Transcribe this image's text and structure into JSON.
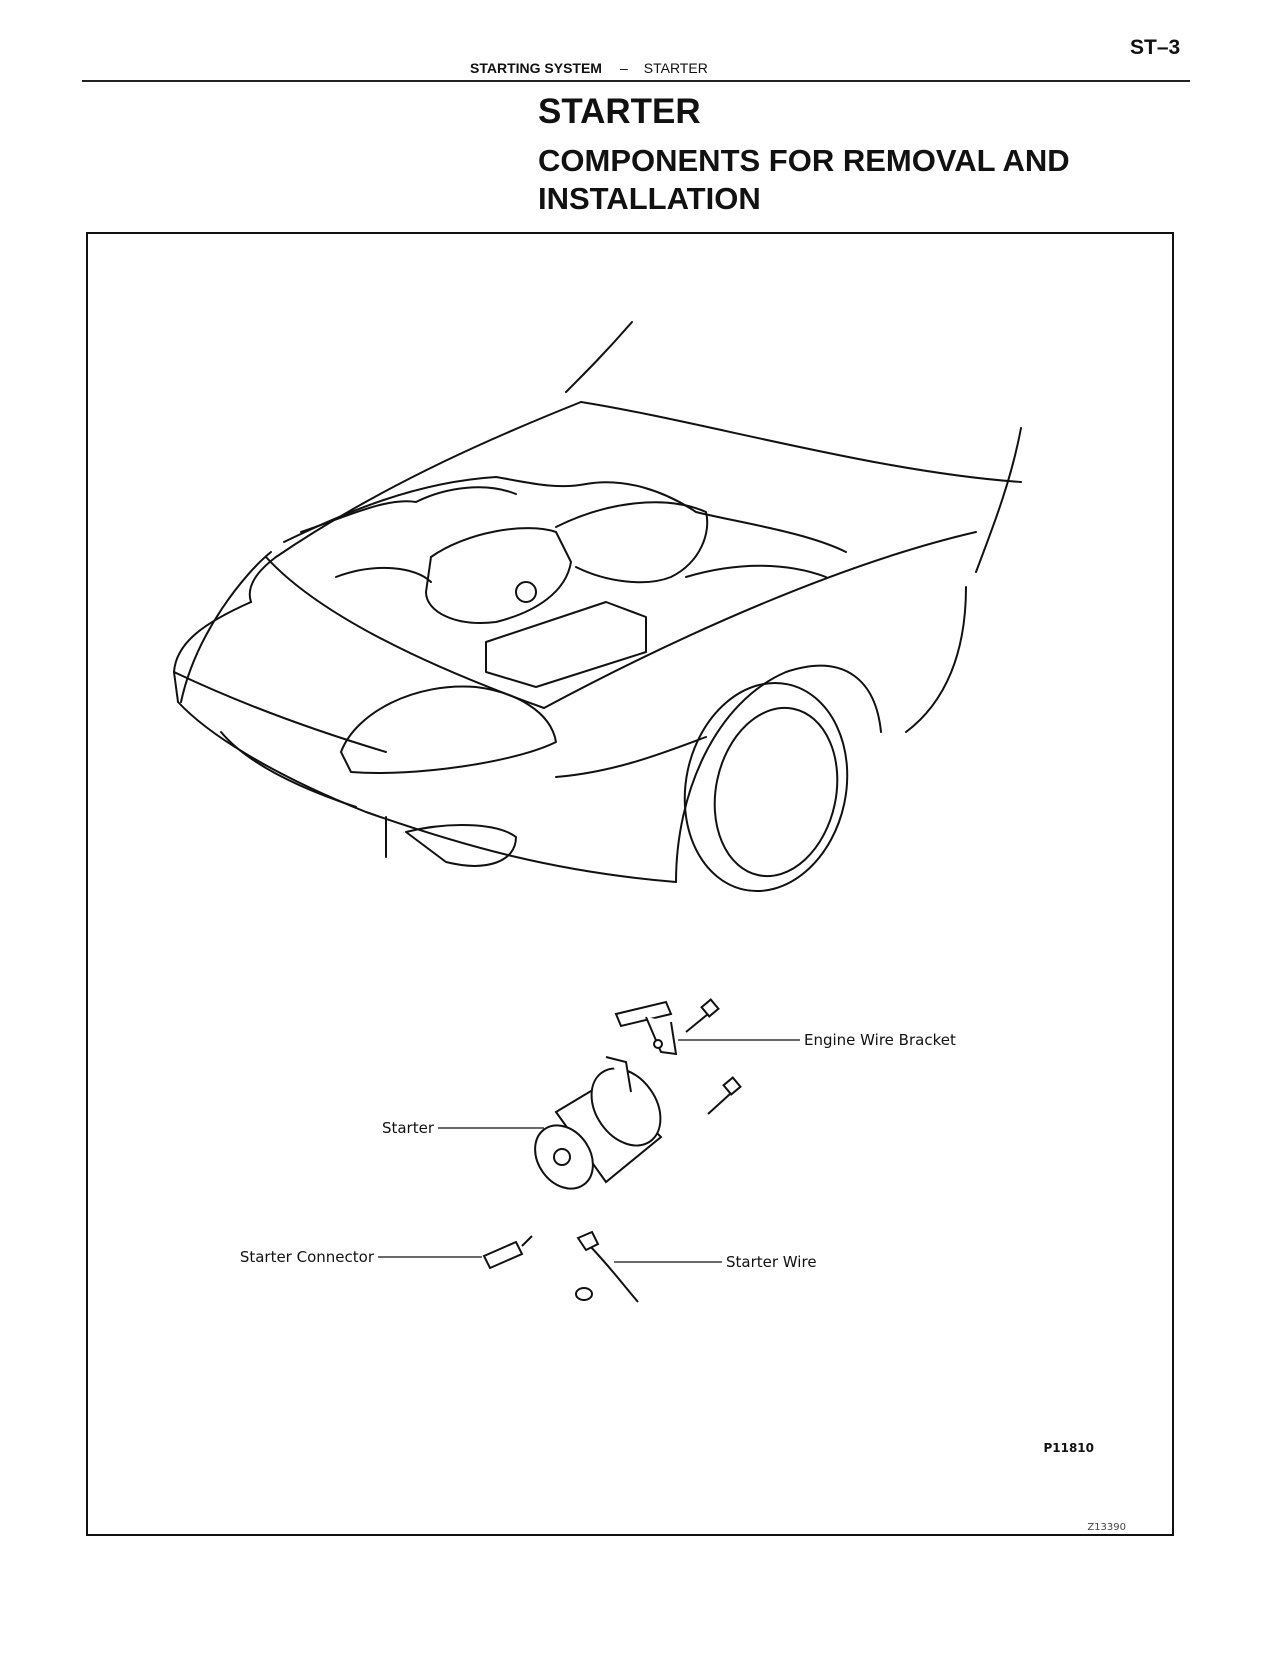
{
  "header": {
    "page_number": "ST–3",
    "section": "STARTING SYSTEM",
    "separator": "–",
    "topic": "STARTER"
  },
  "title": "STARTER",
  "subtitle": "COMPONENTS FOR REMOVAL AND INSTALLATION",
  "figure": {
    "labels": {
      "engine_wire_bracket": "Engine Wire Bracket",
      "starter": "Starter",
      "starter_connector": "Starter Connector",
      "starter_wire": "Starter Wire"
    },
    "figure_code": "P11810",
    "stamp": "Z13390"
  }
}
